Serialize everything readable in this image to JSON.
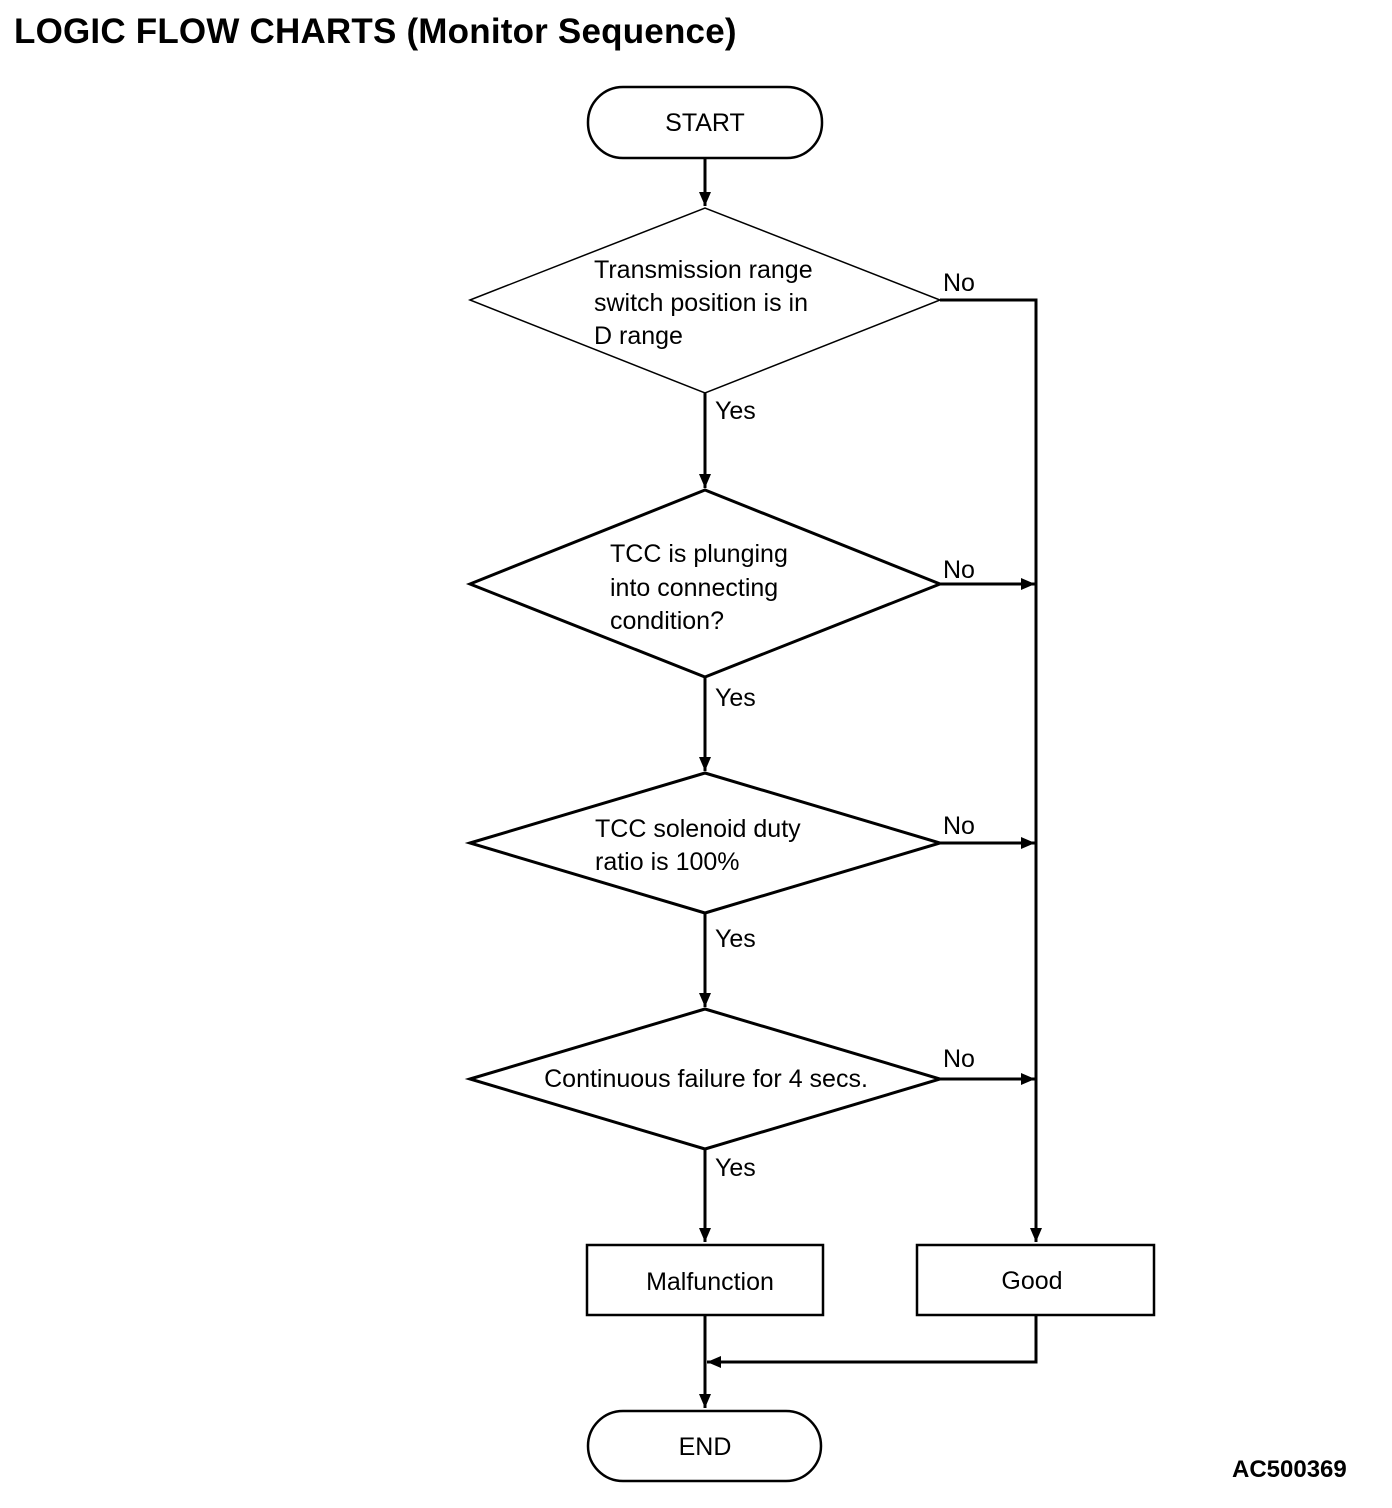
{
  "title": "LOGIC FLOW CHARTS (Monitor Sequence)",
  "figure_code": "AC500369",
  "flowchart": {
    "start": "START",
    "end": "END",
    "decisions": [
      {
        "lines": [
          "Transmission range",
          "switch position is in",
          "D range"
        ],
        "yes": "Yes",
        "no": "No"
      },
      {
        "lines": [
          "TCC is plunging",
          "into connecting",
          "condition?"
        ],
        "yes": "Yes",
        "no": "No"
      },
      {
        "lines": [
          "TCC solenoid duty",
          "ratio is 100%"
        ],
        "yes": "Yes",
        "no": "No"
      },
      {
        "lines": [
          "Continuous failure for 4 secs."
        ],
        "yes": "Yes",
        "no": "No"
      }
    ],
    "malfunction": "Malfunction",
    "good": "Good"
  }
}
